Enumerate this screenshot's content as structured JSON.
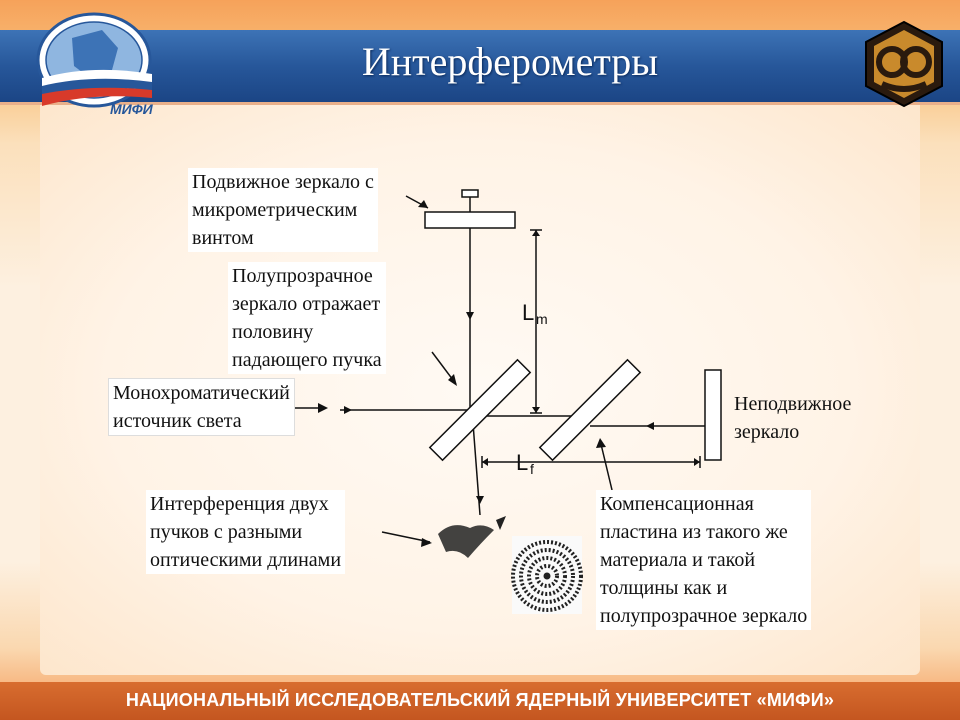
{
  "title": "Интерферометры",
  "footer": "НАЦИОНАЛЬНЫЙ ИССЛЕДОВАТЕЛЬСКИЙ ЯДЕРНЫЙ УНИВЕРСИТЕТ «МИФИ»",
  "logo_left": {
    "text": "МИФИ"
  },
  "labels": {
    "movable_mirror": "Подвижное зеркало с\nмикрометрическим\nвинтом",
    "half_mirror": "Полупрозрачное\nзеркало отражает\nполовину\nпадающего пучка",
    "source": "Монохроматический\nисточник света",
    "fixed_mirror": "Неподвижное\nзеркало",
    "interference": "Интерференция двух\nпучков с разными\nоптическими длинами",
    "compensator": "Компенсационная\nпластина  из такого же\nматериала и такой\nтолщины как и\nполупрозрачное зеркало"
  },
  "symbols": {
    "lm_main": "L",
    "lm_sub": "m",
    "lf_main": "L",
    "lf_sub": "f"
  },
  "colors": {
    "header": "#27579a",
    "footer": "#c45620",
    "line": "#111111"
  }
}
